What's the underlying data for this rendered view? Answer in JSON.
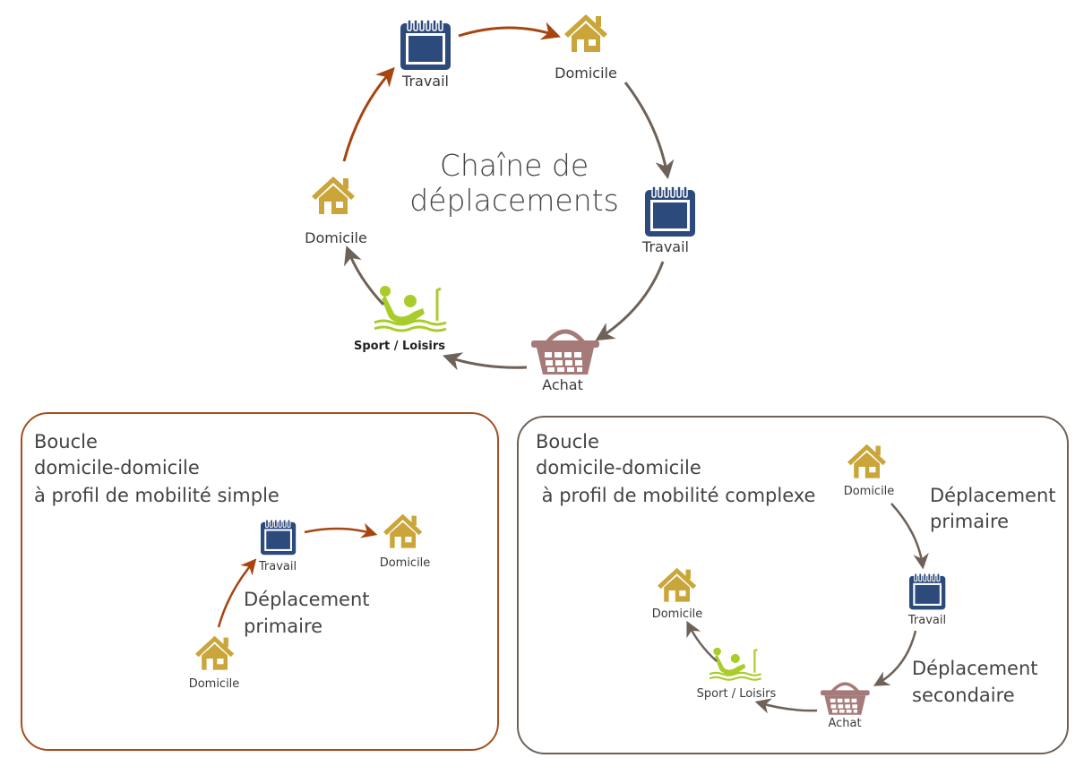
{
  "title_line1": "Chaîne de",
  "title_line2": "déplacements",
  "labels": {
    "domicile": "Domicile",
    "travail": "Travail",
    "achat": "Achat",
    "sport": "Sport / Loisirs"
  },
  "simple_box": {
    "line1": "Boucle",
    "line2": "domicile-domicile",
    "line3": "à profil de mobilité simple",
    "note_line1": "Déplacement",
    "note_line2": "primaire"
  },
  "complex_box": {
    "line1": "Boucle",
    "line2": "domicile-domicile",
    "line3": " à profil de mobilité complexe",
    "note1_line1": "Déplacement",
    "note1_line2": "primaire",
    "note2_line1": "Déplacement",
    "note2_line2": "secondaire"
  },
  "colors": {
    "home": "#c9a53a",
    "calendar": "#2d4a7c",
    "basket": "#a57a78",
    "sport": "#a9cc2b",
    "arrow_primary": "#a64510",
    "arrow_secondary": "#6e6258",
    "box_simple": "#a64e20",
    "box_complex": "#6e6258"
  },
  "icons": [
    "house-icon",
    "calendar-icon",
    "basket-icon",
    "water-polo-icon"
  ]
}
